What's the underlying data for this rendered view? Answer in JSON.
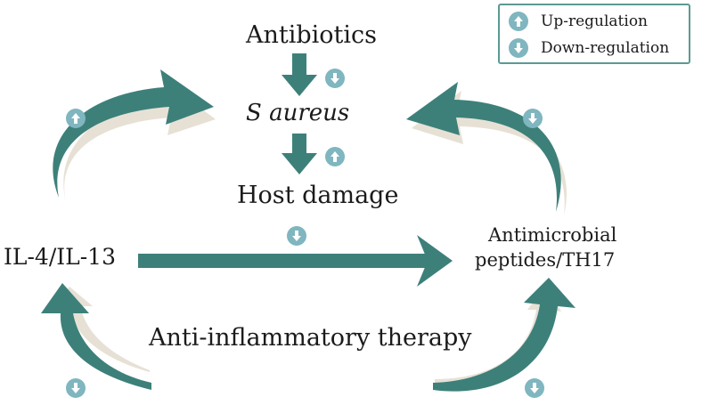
{
  "nodes": {
    "antibiotics": "Antibiotics",
    "s_aureus": "S aureus",
    "host_damage": "Host damage",
    "il4_il13": "IL-4/IL-13",
    "amp_line1": "Antimicrobial",
    "amp_line2": "peptides/TH17",
    "anti_inflammatory": "Anti-inflammatory therapy"
  },
  "legend": {
    "up_label": "Up-regulation",
    "down_label": "Down-regulation"
  },
  "colors": {
    "arrow_teal": "#3d807a",
    "shadow": "#e7e1d5",
    "badge": "#7fb6bf",
    "legend_border": "#5c9a93"
  },
  "icons": {
    "up": "up-regulation-badge-icon",
    "down": "down-regulation-badge-icon"
  }
}
